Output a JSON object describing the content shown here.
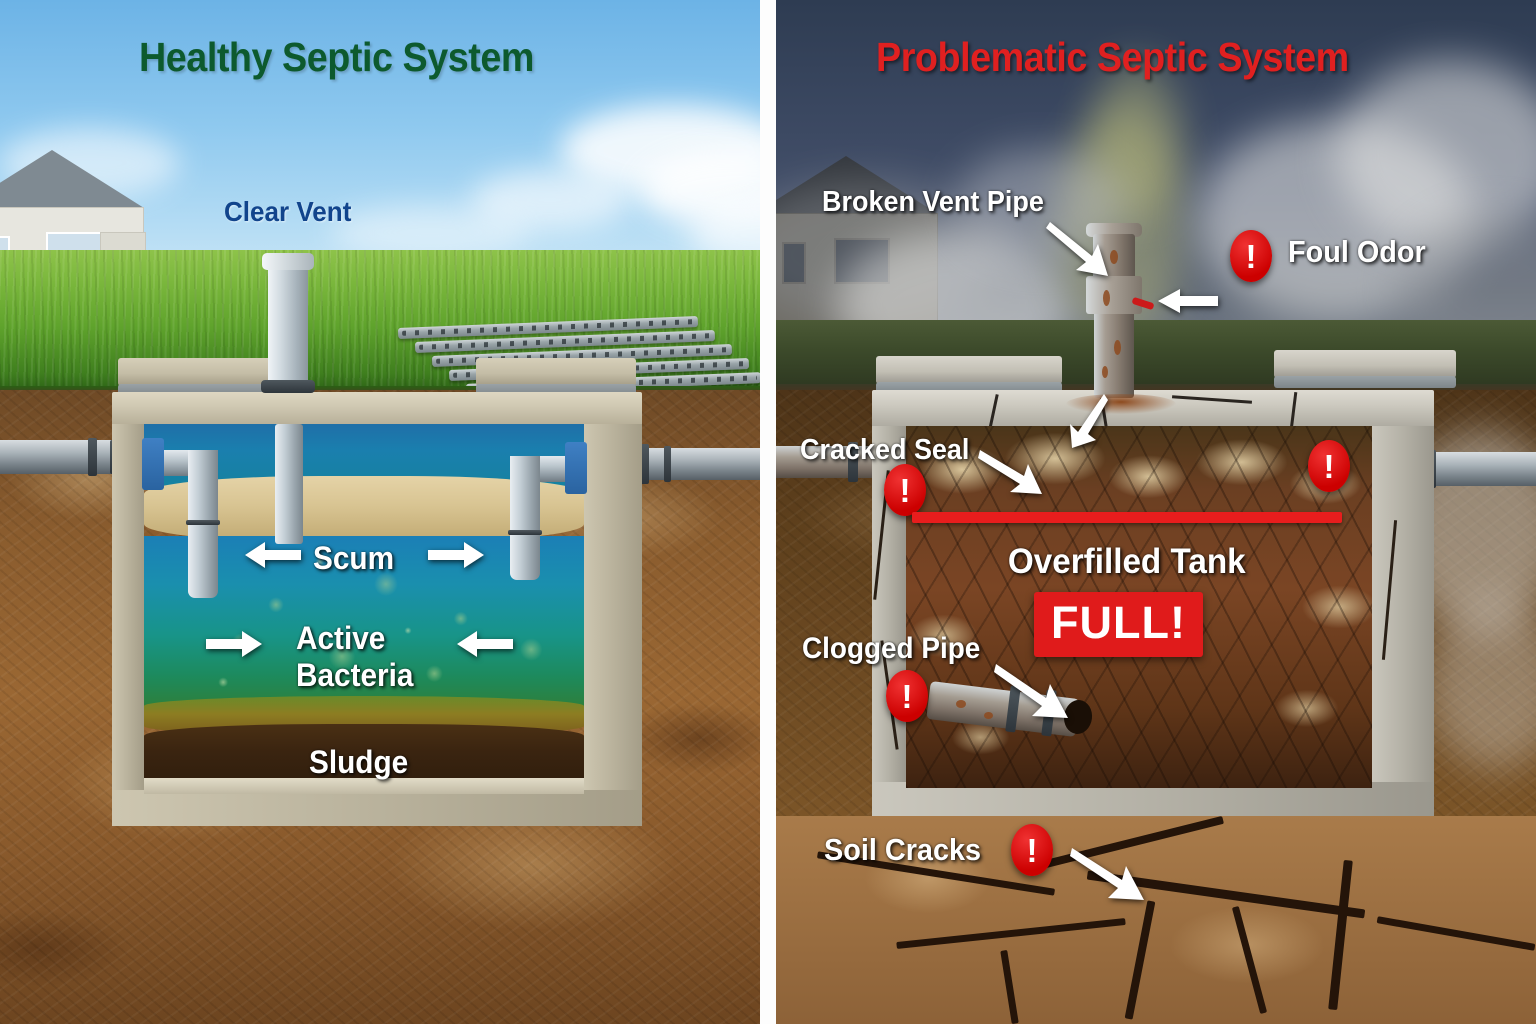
{
  "meta": {
    "kind": "side-by-side septic system comparison illustration",
    "panel_count": 2
  },
  "panels": {
    "left": {
      "title": "Healthy Septic System",
      "title_color": "#0d5a2e",
      "labels": {
        "vent": "Clear Vent",
        "scum": "Scum",
        "bacteria_line1": "Active",
        "bacteria_line2": "Bacteria",
        "sludge": "Sludge"
      },
      "scene": {
        "sky": "clear blue sky with white clouds",
        "grass": "healthy green lawn",
        "drainfield": "perforated leach field pipes",
        "house": "white two-story house"
      }
    },
    "right": {
      "title": "Problematic Septic System",
      "title_color": "#e02020",
      "labels": {
        "broken_vent": "Broken Vent Pipe",
        "foul_odor": "Foul Odor",
        "cracked_seal": "Cracked Seal",
        "overfilled": "Overfilled Tank",
        "full_badge": "FULL!",
        "clogged_pipe": "Clogged Pipe",
        "soil_cracks": "Soil Cracks"
      },
      "badge_glyph": "!",
      "badge_color": "#cc0000",
      "full_box_color": "#e01b1b",
      "scene": {
        "sky": "dark stormy sky with grey and yellow smoke",
        "ground": "cracked dry soil",
        "tank": "overfilled dark sludge tank"
      }
    }
  }
}
